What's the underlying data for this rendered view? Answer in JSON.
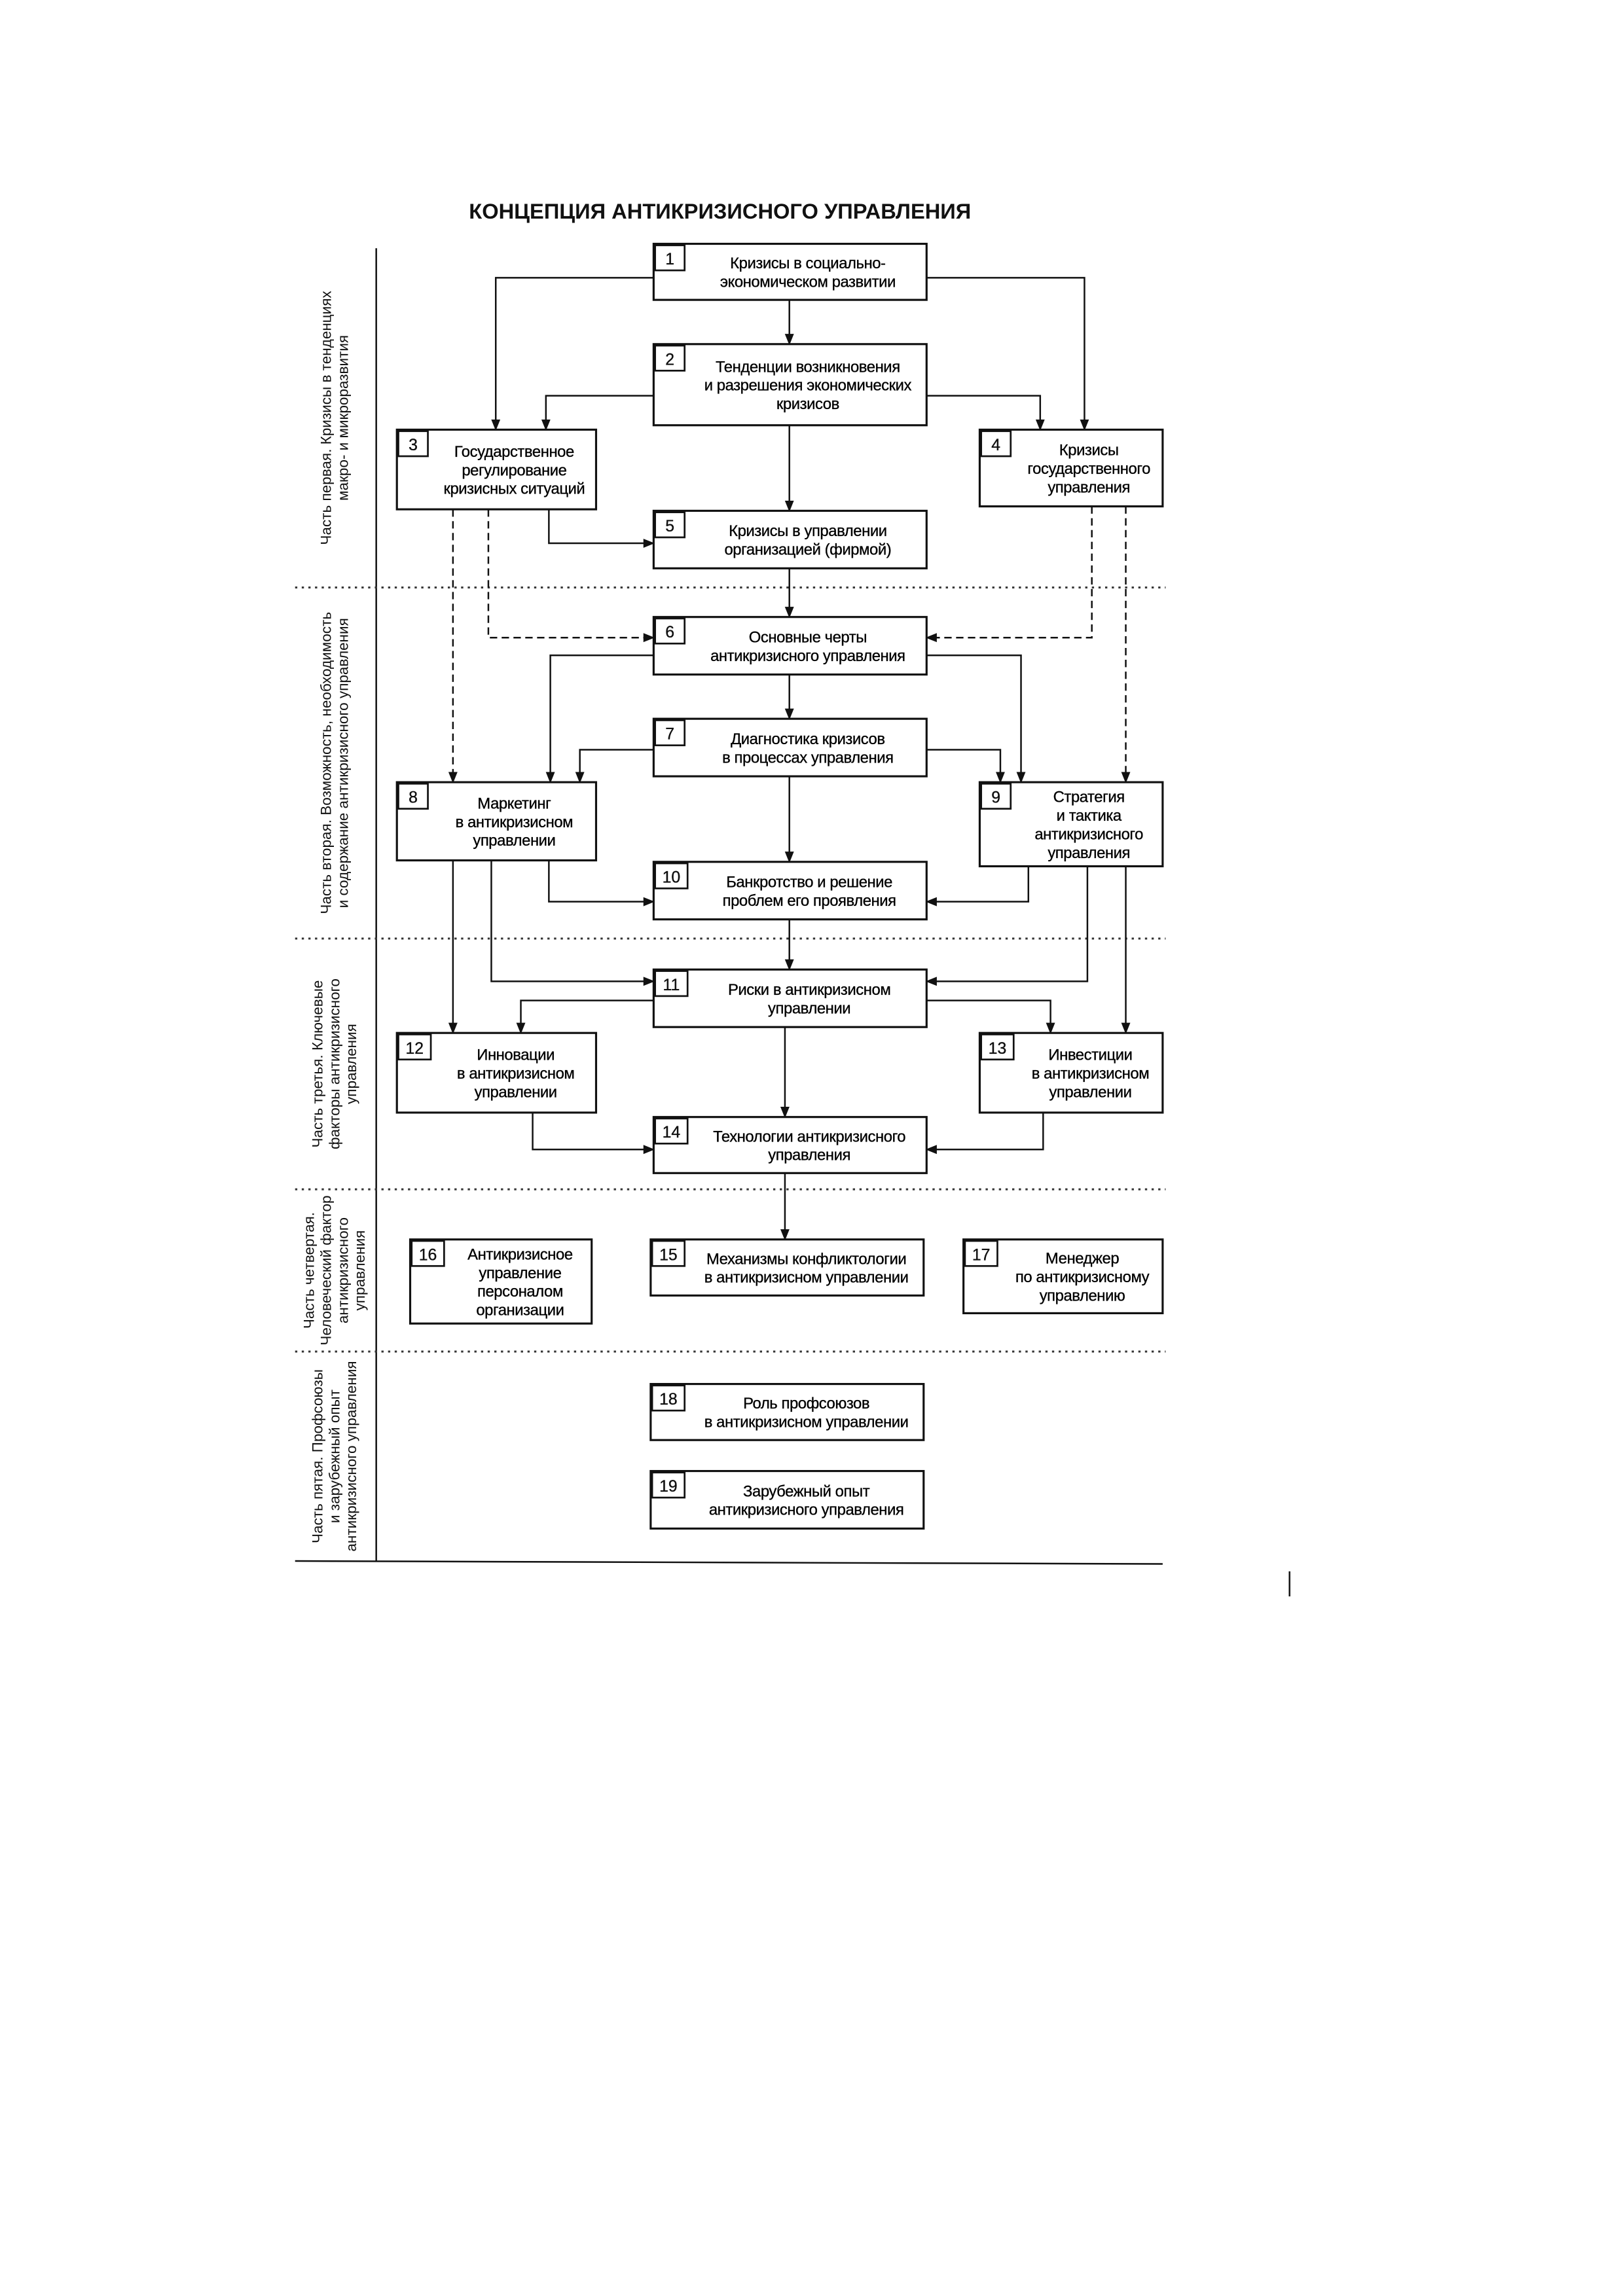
{
  "title": "КОНЦЕПЦИЯ АНТИКРИЗИСНОГО УПРАВЛЕНИЯ",
  "sections": [
    {
      "lines": [
        "Часть первая. Кризисы в тенденциях",
        "макро- и микроразвития"
      ]
    },
    {
      "lines": [
        "Часть вторая. Возможность, необходимость",
        "и содержание антикризисного управления"
      ]
    },
    {
      "lines": [
        "Часть третья. Ключевые",
        "факторы антикризисного",
        "управления"
      ]
    },
    {
      "lines": [
        "Часть четвертая.",
        "Человеческий фактор",
        "антикризисного",
        "управления"
      ]
    },
    {
      "lines": [
        "Часть пятая. Профсоюзы",
        "и зарубежный опыт",
        "антикризисного управления"
      ]
    }
  ],
  "boxes": [
    {
      "number": "1",
      "lines": [
        "Кризисы в социально-",
        "экономическом развитии"
      ]
    },
    {
      "number": "2",
      "lines": [
        "Тенденции возникновения",
        "и разрешения экономических",
        "кризисов"
      ]
    },
    {
      "number": "3",
      "lines": [
        "Государственное",
        "регулирование",
        "кризисных ситуаций"
      ]
    },
    {
      "number": "4",
      "lines": [
        "Кризисы",
        "государственного",
        "управления"
      ]
    },
    {
      "number": "5",
      "lines": [
        "Кризисы в управлении",
        "организацией (фирмой)"
      ]
    },
    {
      "number": "6",
      "lines": [
        "Основные черты",
        "антикризисного управления"
      ]
    },
    {
      "number": "7",
      "lines": [
        "Диагностика кризисов",
        "в процессах управления"
      ]
    },
    {
      "number": "8",
      "lines": [
        "Маркетинг",
        "в антикризисном",
        "управлении"
      ]
    },
    {
      "number": "9",
      "lines": [
        "Стратегия",
        "и тактика",
        "антикризисного",
        "управления"
      ]
    },
    {
      "number": "10",
      "lines": [
        "Банкротство и решение",
        "проблем его проявления"
      ]
    },
    {
      "number": "11",
      "lines": [
        "Риски в антикризисном",
        "управлении"
      ]
    },
    {
      "number": "12",
      "lines": [
        "Инновации",
        "в антикризисном",
        "управлении"
      ]
    },
    {
      "number": "13",
      "lines": [
        "Инвестиции",
        "в антикризисном",
        "управлении"
      ]
    },
    {
      "number": "14",
      "lines": [
        "Технологии антикризисного",
        "управления"
      ]
    },
    {
      "number": "15",
      "lines": [
        "Механизмы конфликтологии",
        "в антикризисном управлении"
      ]
    },
    {
      "number": "16",
      "lines": [
        "Антикризисное",
        "управление",
        "персоналом",
        "организации"
      ]
    },
    {
      "number": "17",
      "lines": [
        "Менеджер",
        "по антикризисному",
        "управлению"
      ]
    },
    {
      "number": "18",
      "lines": [
        "Роль профсоюзов",
        "в антикризисном управлении"
      ]
    },
    {
      "number": "19",
      "lines": [
        "Зарубежный опыт",
        "антикризисного управления"
      ]
    }
  ]
}
